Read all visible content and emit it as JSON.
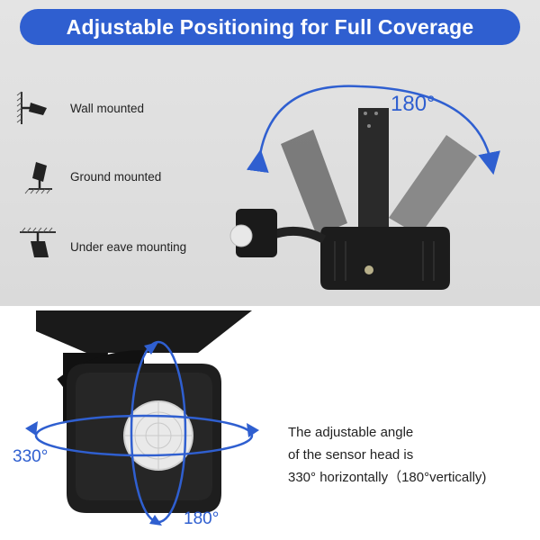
{
  "banner": {
    "title": "Adjustable Positioning for Full Coverage"
  },
  "mounting_options": [
    {
      "icon": "wall-mount-icon",
      "label": "Wall mounted"
    },
    {
      "icon": "ground-mount-icon",
      "label": "Ground mounted"
    },
    {
      "icon": "under-eave-mount-icon",
      "label": "Under eave mounting"
    }
  ],
  "light_rotation": {
    "angle_label": "180°"
  },
  "sensor": {
    "horizontal_label": "330°",
    "vertical_label": "180°",
    "caption": [
      "The adjustable angle",
      "of the sensor head is",
      "330° horizontally（180°vertically)"
    ]
  },
  "colors": {
    "accent": "#2f5fd0",
    "fixture": "#1c1c1c",
    "panel_background": "#dedede"
  }
}
